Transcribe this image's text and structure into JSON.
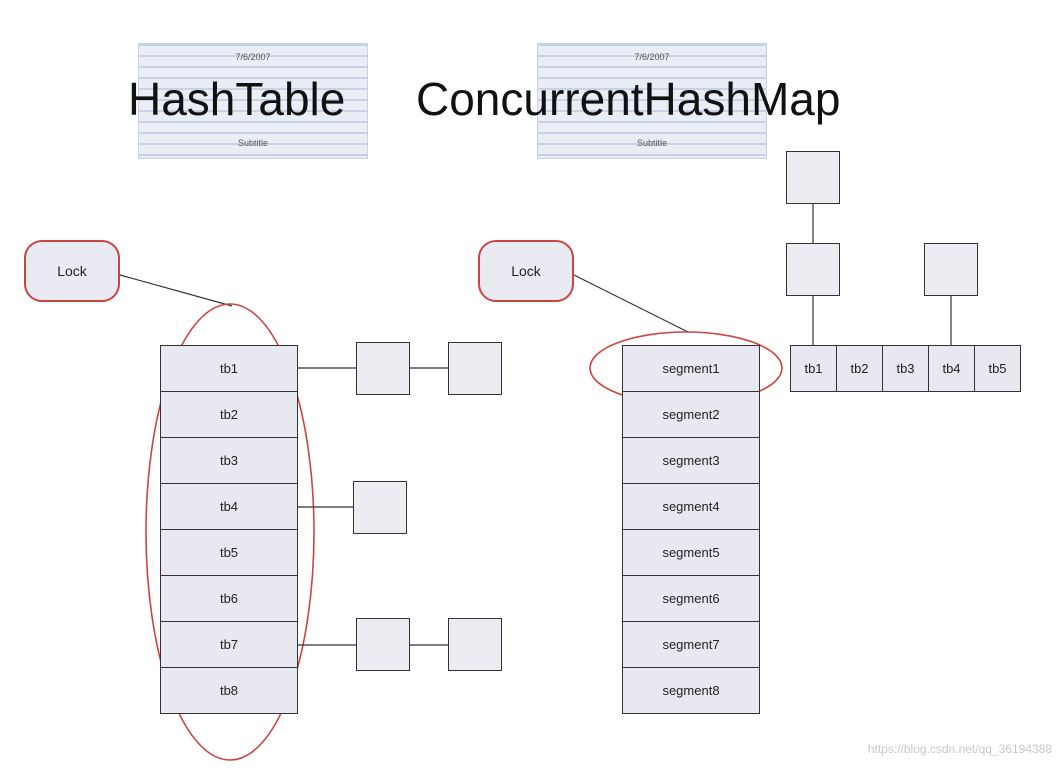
{
  "header": {
    "left": {
      "date": "7/6/2007",
      "subtitle": "Subtitle",
      "title": "HashTable"
    },
    "right": {
      "date": "7/6/2007",
      "subtitle": "Subtitle",
      "title": "ConcurrentHashMap"
    }
  },
  "hashtable": {
    "lock_label": "Lock",
    "buckets": [
      "tb1",
      "tb2",
      "tb3",
      "tb4",
      "tb5",
      "tb6",
      "tb7",
      "tb8"
    ]
  },
  "concurrent": {
    "lock_label": "Lock",
    "segments": [
      "segment1",
      "segment2",
      "segment3",
      "segment4",
      "segment5",
      "segment6",
      "segment7",
      "segment8"
    ],
    "segment_buckets": [
      "tb1",
      "tb2",
      "tb3",
      "tb4",
      "tb5"
    ]
  },
  "watermark": "https://blog.csdn.net/qq_36194388",
  "colors": {
    "lock_border": "#cc4444",
    "cell_fill": "#e8e8f0",
    "line": "#333333"
  }
}
